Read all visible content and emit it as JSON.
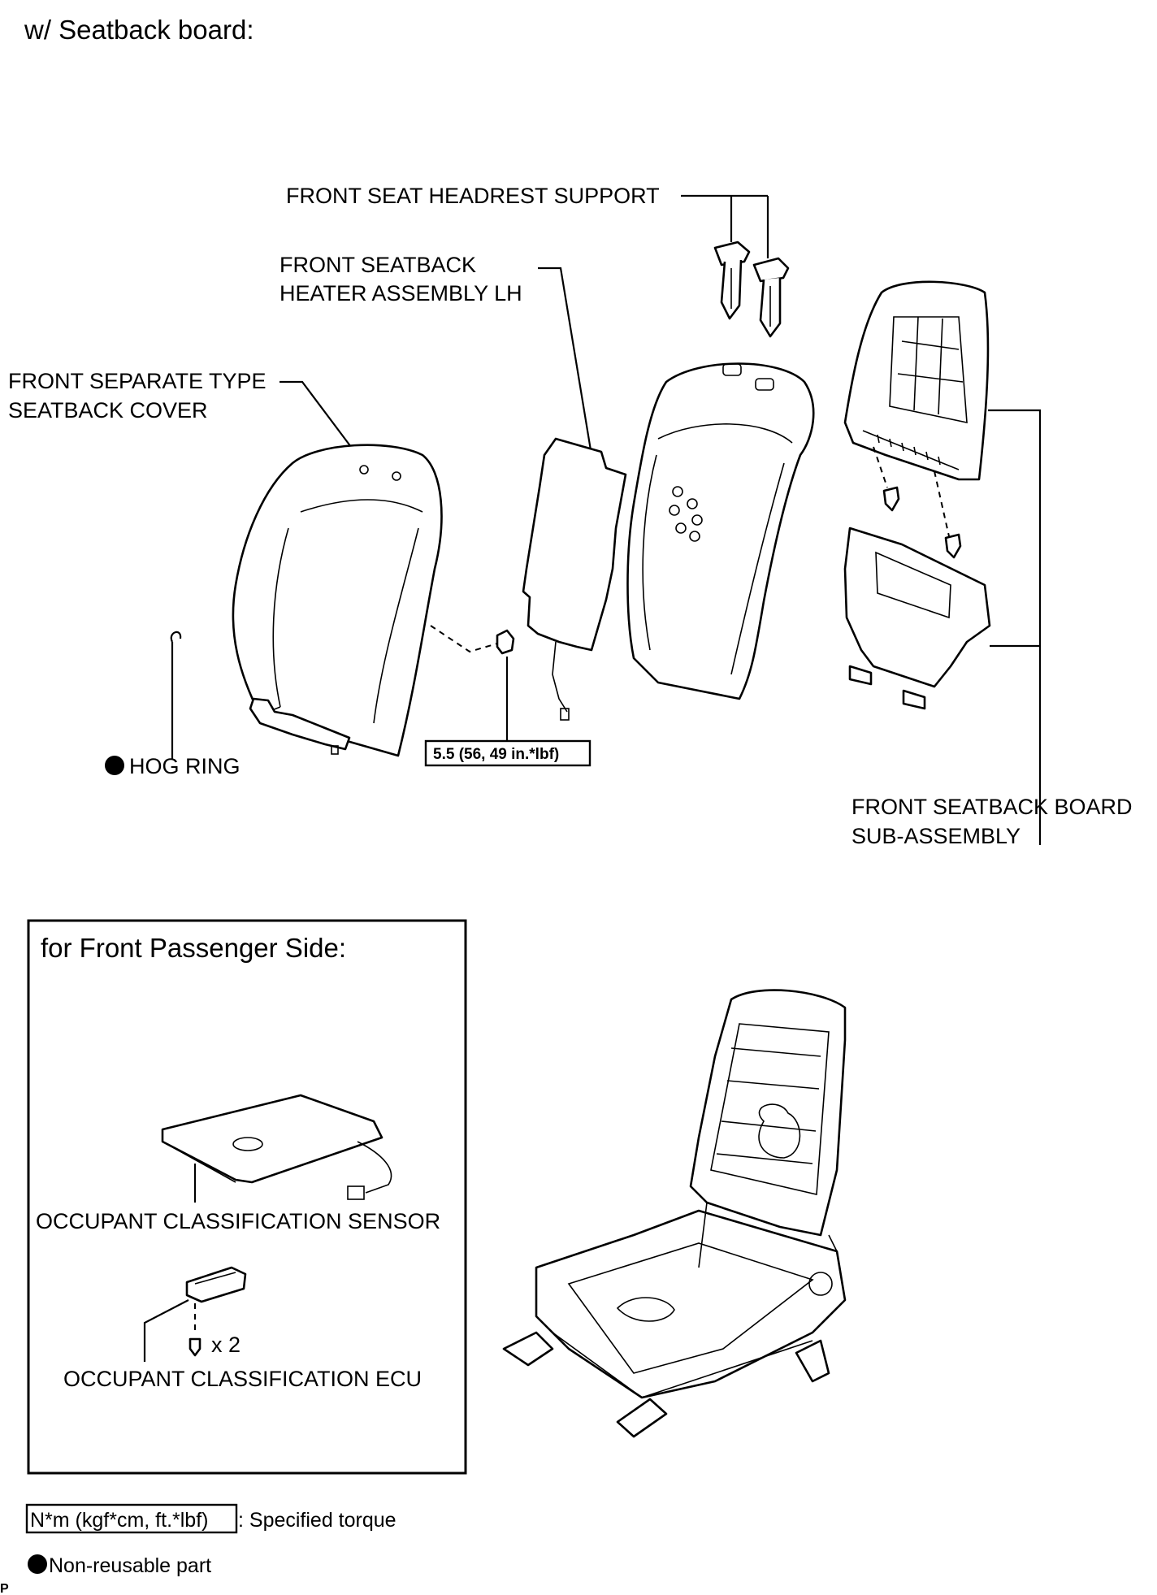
{
  "header": {
    "title": "w/ Seatback board:"
  },
  "labels": {
    "headrest_support": "FRONT SEAT HEADREST SUPPORT",
    "heater_line1": "FRONT SEATBACK",
    "heater_line2": "HEATER ASSEMBLY LH",
    "cover_line1": "FRONT SEPARATE TYPE",
    "cover_line2": "SEATBACK COVER",
    "hog_ring": "HOG RING",
    "torque_value": "5.5 (56, 49 in.*lbf)",
    "board_line1": "FRONT SEATBACK BOARD",
    "board_line2": "SUB-ASSEMBLY"
  },
  "inset": {
    "title": "for Front Passenger Side:",
    "sensor_label": "OCCUPANT CLASSIFICATION SENSOR",
    "ecu_label": "OCCUPANT CLASSIFICATION ECU",
    "qty": "x 2"
  },
  "legend": {
    "torque_unit": "N*m (kgf*cm, ft.*lbf)",
    "torque_desc": ": Specified torque",
    "nonreusable": "Non-reusable part"
  },
  "code": "P"
}
